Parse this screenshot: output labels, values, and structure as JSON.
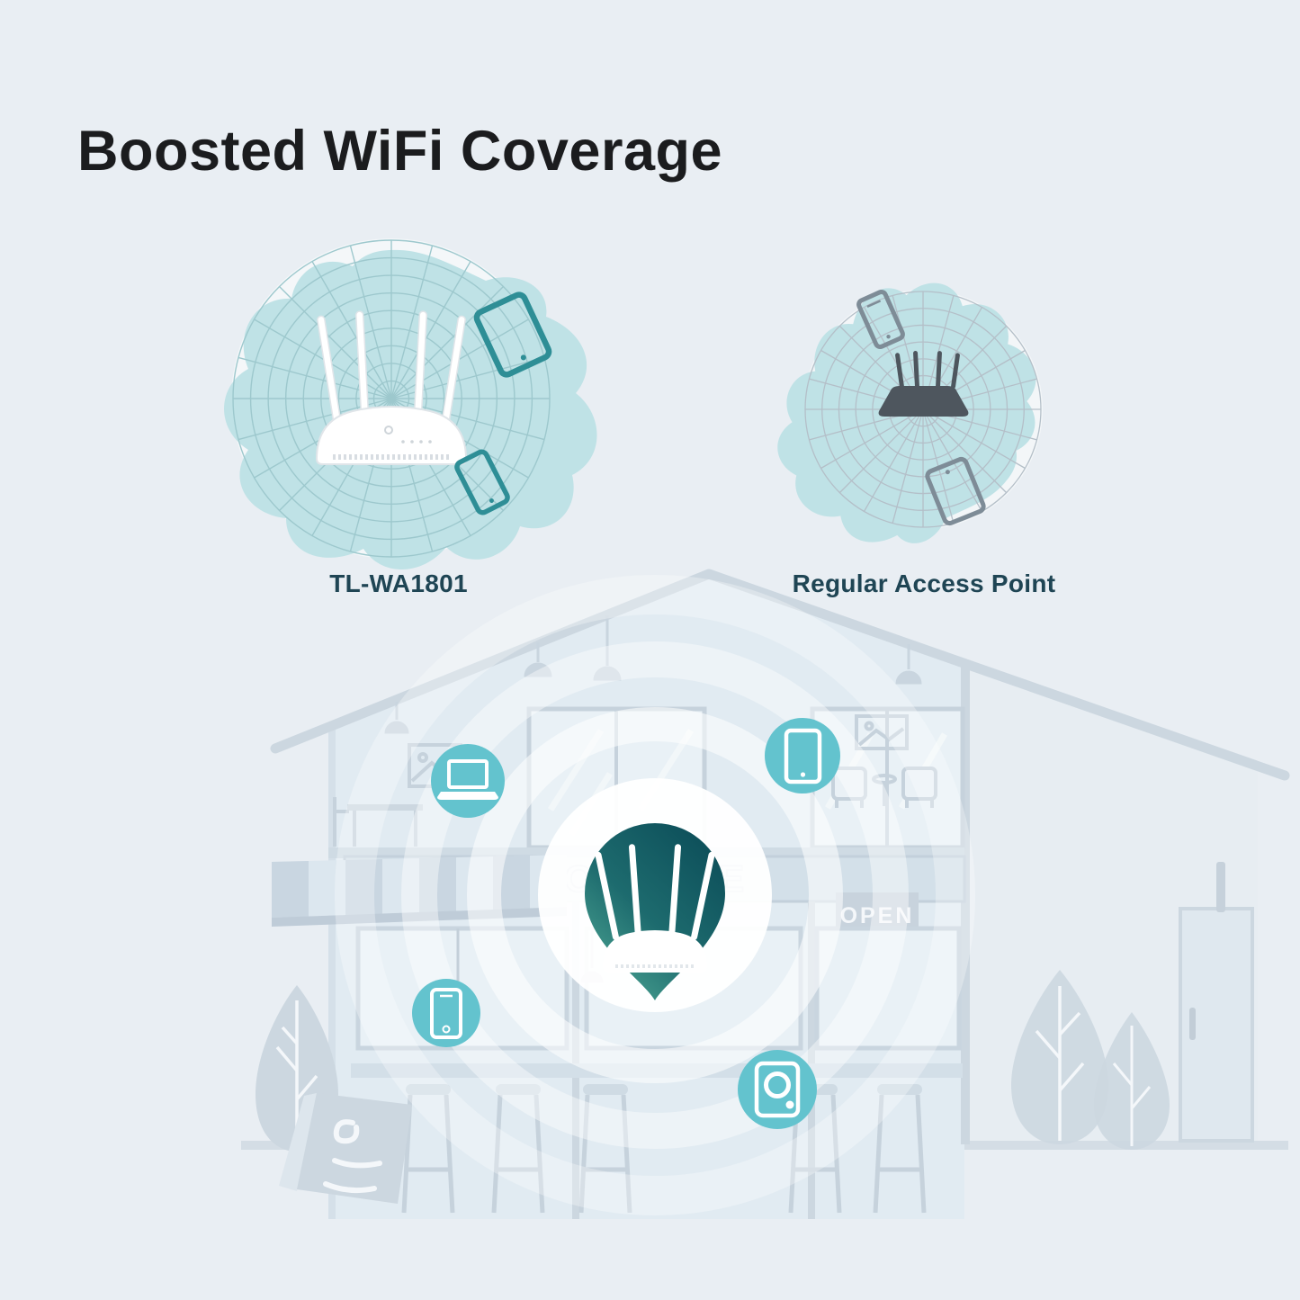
{
  "title": "Boosted WiFi Coverage",
  "comparison": {
    "left": {
      "label": "TL-WA1801",
      "coverage": "wide",
      "devices_in_range": [
        "tablet",
        "smartphone"
      ]
    },
    "right": {
      "label": "Regular Access Point",
      "coverage": "small",
      "devices_out_of_range": [
        "smartphone",
        "tablet"
      ]
    }
  },
  "scene": {
    "coffee_sign": "COFFEE",
    "open_sign": "OPEN",
    "connected_devices": [
      "laptop",
      "tablet",
      "smartphone",
      "smart-camera"
    ]
  },
  "colors": {
    "background": "#e9eef3",
    "accent_teal": "#63c3ce",
    "coverage_blob": "#bfe2e6",
    "radar_teal": "#9dc8cd",
    "radar_gray": "#b4bfc8",
    "pin_gradient_dark": "#0d4f5a",
    "pin_gradient_light": "#4aa291",
    "label_text": "#1f4554",
    "title_text": "#1b1c1e",
    "building_line": "#ccd7e0"
  }
}
